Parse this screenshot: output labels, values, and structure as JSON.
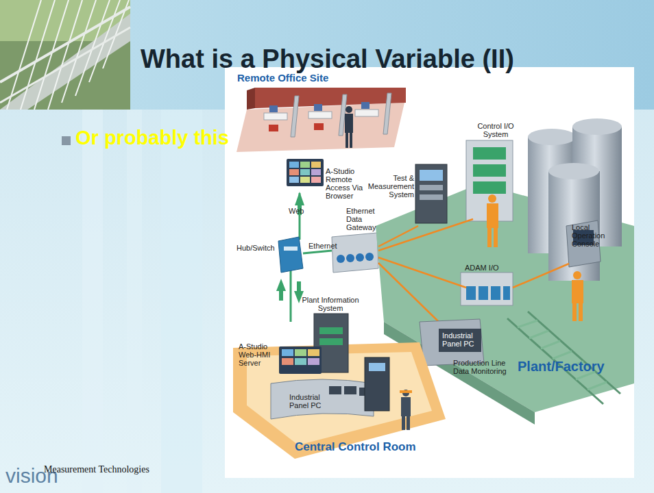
{
  "diagram": {
    "title": "What is a Physical Variable (II)",
    "labels": [
      "Or probably this",
      "Remote Office Site",
      "Control I/O System",
      "A-Studio Remote Access Via Browser",
      "Test & Measurement System",
      "Web",
      "Ethernet Data Gateway",
      "Local Operation Console",
      "Hub/Switch",
      "Ethernet",
      "ADAM I/O",
      "Plant Information System",
      "Industrial Panel PC",
      "A-Studio Web-HMI Server",
      "Production Line Data Monitoring",
      "Plant/Factory",
      "Industrial Panel PC",
      "Central Control Room",
      "vision",
      "Measurement Technologies"
    ]
  }
}
